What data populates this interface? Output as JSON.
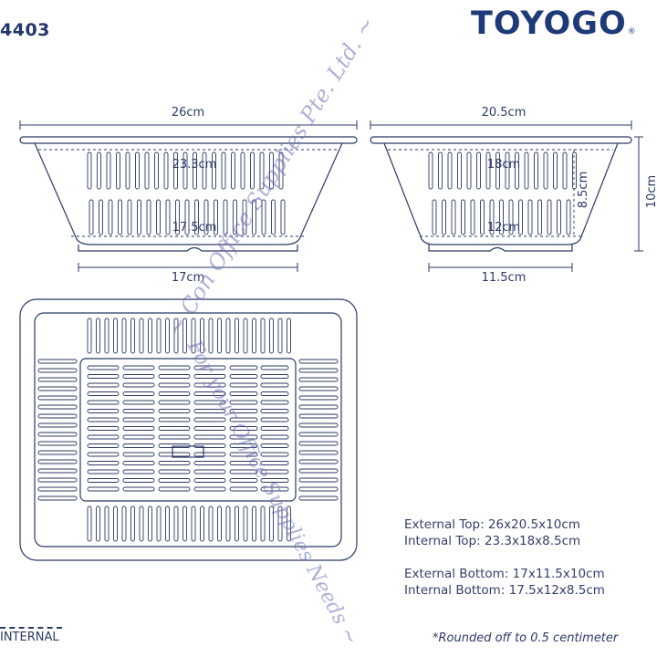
{
  "header": {
    "code": "4403",
    "brand": "TOYOGO",
    "registered_mark": "®"
  },
  "side_view": {
    "top_width": "26cm",
    "inner_top": "23.3cm",
    "inner_bottom": "17.5cm",
    "bottom_width": "17cm"
  },
  "end_view": {
    "top_width": "20.5cm",
    "inner_top": "18cm",
    "inner_bottom": "12cm",
    "inner_height": "8.5cm",
    "outer_height": "10cm",
    "bottom_width": "11.5cm"
  },
  "specs": {
    "external_top": "External Top: 26x20.5x10cm",
    "internal_top": "Internal Top: 23.3x18x8.5cm",
    "external_bottom": "External Bottom: 17x11.5x10cm",
    "internal_bottom": "Internal Bottom: 17.5x12x8.5cm"
  },
  "legend": {
    "label": "INTERNAL"
  },
  "footnote": "*Rounded off to 0.5 centimeter",
  "watermark": {
    "line1": "~ Con Office Supplies Pte. Ltd. ~",
    "line2": "For your Office Supplies Needs ~"
  },
  "colors": {
    "line": "#2b3a66",
    "brand": "#1f3a78",
    "watermark": "#6a72b8"
  }
}
